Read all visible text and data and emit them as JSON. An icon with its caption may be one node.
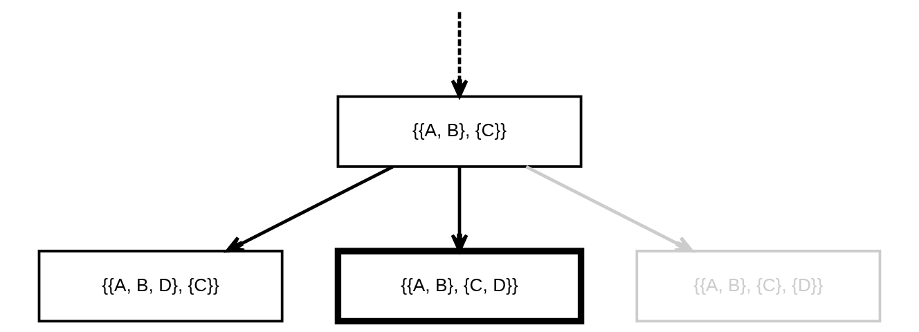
{
  "diagram": {
    "nodes": [
      {
        "text": [
          "{{A, B}, {C}}"
        ]
      },
      {
        "text": [
          "{{A, B, D}, {C}}"
        ]
      },
      {
        "text": [
          "{{A, B}, {C, D}}"
        ]
      },
      {
        "text": [
          "{{A, B}, {C}, {D}}"
        ]
      }
    ],
    "edges": [
      {
        "from": null,
        "to": 0,
        "arrow": "to",
        "style": "dashed"
      },
      {
        "from": 0,
        "to": 1,
        "arrow": "to"
      },
      {
        "from": 0,
        "to": 2,
        "arrow": "to"
      },
      {
        "from": 0,
        "to": 3,
        "arrow": "to",
        "color": "#cccccc"
      }
    ]
  }
}
